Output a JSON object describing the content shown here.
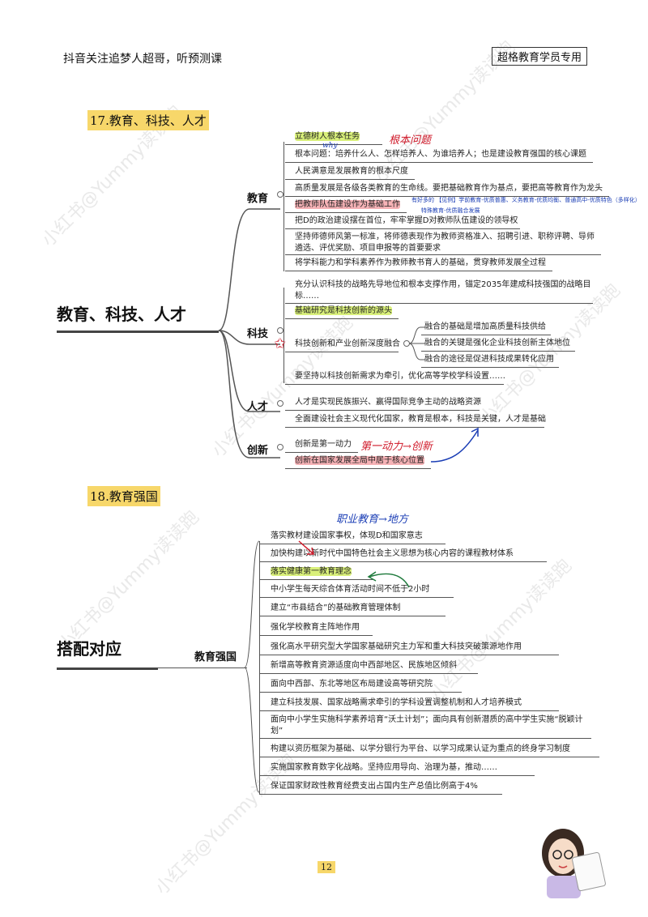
{
  "header": {
    "left": "抖音关注追梦人超哥，听预测课",
    "right": "超格教育学员专用"
  },
  "watermark": "小红书@Yummy读读跑",
  "section17": {
    "title": "17.教育、科技、人才",
    "root": "教育、科技、人才",
    "branches": {
      "edu": "教育",
      "tech": "科技",
      "talent": "人才",
      "innov": "创新"
    },
    "edu_nodes": [
      "立德树人根本任务",
      "根本问题：培养什么人、怎样培养人、为谁培养人；也是建设教育强国的核心课题",
      "人民满意是发展教育的根本尺度",
      "高质量发展是各级各类教育的生命线。要把基础教育作为基点，要把高等教育作为龙头",
      "把教师队伍建设作为基础工作",
      "把D的政治建设摆在首位，牢牢掌握D对教师队伍建设的领导权",
      "坚持师德师风第一标准，将师德表现作为教师资格准入、招聘引进、职称评聘、导师遴选、评优奖励、项目申报等的首要要求",
      "将学科能力和学科素养作为教师教书育人的基础，贯穿教师发展全过程"
    ],
    "edu_note": "有好多的 【见例】学前教育-优质普惠、义务教育-优质均衡、普通高中-优质特色（多样化）",
    "edu_note2": "特殊教育-优质融合发展",
    "tech_nodes": [
      "充分认识科技的战略先导地位和根本支撑作用，锚定2035年建成科技强国的战略目标……",
      "基础研究是科技创新的源头",
      "科技创新和产业创新深度融合",
      "要坚持以科技创新需求为牵引，优化高等学校学科设置……"
    ],
    "tech_sub": [
      "融合的基础是增加高质量科技供给",
      "融合的关键是强化企业科技创新主体地位",
      "融合的途径是促进科技成果转化应用"
    ],
    "talent_nodes": [
      "人才是实现民族振兴、赢得国际竞争主动的战略资源",
      "全面建设社会主义现代化国家，教育是根本，科技是关键，人才是基础"
    ],
    "innov_nodes": [
      "创新是第一动力",
      "创新在国家发展全局中居于核心位置"
    ],
    "hand_notes": {
      "why": "why",
      "key": "根本问题",
      "power": "第一动力→创新"
    }
  },
  "section18": {
    "title": "18.教育强国",
    "root": "搭配对应",
    "branch": "教育强国",
    "hand_note": "职业教育→地方",
    "nodes": [
      "落实教材建设国家事权，体现D和国家意志",
      "加快构建以新时代中国特色社会主义思想为核心内容的课程教材体系",
      "落实健康第一教育理念",
      "中小学生每天综合体育活动时间不低于2小时",
      "建立“市县结合”的基础教育管理体制",
      "强化学校教育主阵地作用",
      "强化高水平研究型大学国家基础研究主力军和重大科技突破策源地作用",
      "新增高等教育资源适度向中西部地区、民族地区倾斜",
      "面向中西部、东北等地区布局建设高等研究院",
      "建立科技发展、国家战略需求牵引的学科设置调整机制和人才培养模式",
      "面向中小学生实施科学素养培育“沃土计划”；面向具有创新潜质的高中学生实施“脱颖计划”",
      "构建以资历框架为基础、以学分银行为平台、以学习成果认证为重点的终身学习制度",
      "实施国家教育数字化战略。坚持应用导向、治理为基，推动……",
      "保证国家财政性教育经费支出占国内生产总值比例高于4%"
    ]
  },
  "page_number": "12",
  "colors": {
    "highlight_red": "#f6b2b6",
    "highlight_green": "#d9f07a",
    "title_bg": "#f7d76a",
    "ink_red": "#d01a2a",
    "ink_blue": "#1a3db5",
    "ink_green": "#1e7a3c"
  }
}
